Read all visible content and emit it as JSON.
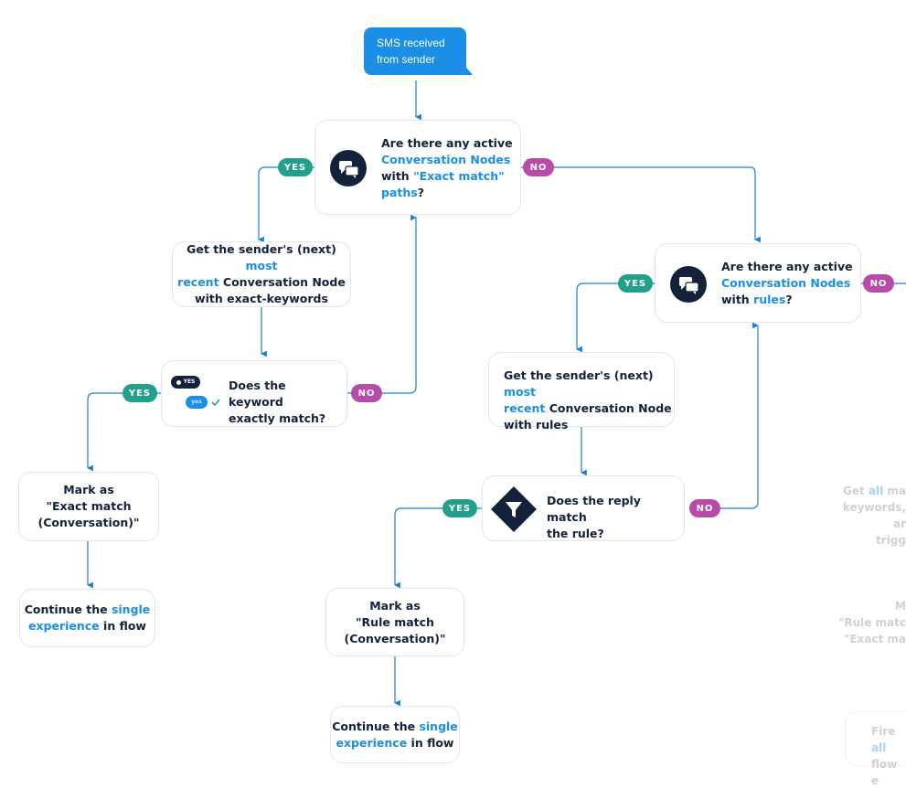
{
  "start": {
    "line1": "SMS received",
    "line2": "from sender"
  },
  "q1": {
    "a": "Are there any active",
    "b": "Conversation Nodes",
    "c": "with ",
    "d": "\"Exact match\"",
    "e": "paths",
    "f": "?"
  },
  "q2": {
    "a": "Are there any active",
    "b": "Conversation Nodes",
    "c": "with ",
    "d": "rules",
    "e": "?"
  },
  "get1": {
    "a": "Get the sender's (next) ",
    "b": "most",
    "c": "recent",
    "d": " Conversation Node",
    "e": "with exact-keywords"
  },
  "get2": {
    "a": "Get the sender's (next) ",
    "b": "most",
    "c": "recent",
    "d": " Conversation Node",
    "e": "with rules"
  },
  "q3": {
    "a": "Does the keyword",
    "b": "exactly match?"
  },
  "q4": {
    "a": "Does the reply match",
    "b": "the rule?"
  },
  "mark1": {
    "a": "Mark as",
    "b": "\"Exact match",
    "c": "(Conversation)\""
  },
  "mark2": {
    "a": "Mark as",
    "b": "\"Rule match",
    "c": "(Conversation)\""
  },
  "cont1": {
    "a": "Continue the ",
    "b": "single",
    "c": "experience",
    "d": " in flow"
  },
  "cont2": {
    "a": "Continue the ",
    "b": "single",
    "c": "experience",
    "d": " in flow"
  },
  "kw_icon": {
    "chip": "YES",
    "bubble": "yes"
  },
  "labels": {
    "yes": "YES",
    "no": "NO"
  },
  "faded": {
    "get_all": {
      "a": "Get ",
      "b": "all",
      "c": " ma",
      "d": "keywords, ar",
      "e": "trigg"
    },
    "mark": {
      "a": "M",
      "b": "\"Rule matc",
      "c": "\"Exact ma"
    },
    "fire": {
      "a": "Fire ",
      "b": "all",
      "c": "flow e"
    }
  },
  "colors": {
    "accent": "#1b8ee6",
    "yes": "#23a08b",
    "no": "#b74ba8",
    "dark": "#13213a",
    "line": "#1b7fd1"
  }
}
